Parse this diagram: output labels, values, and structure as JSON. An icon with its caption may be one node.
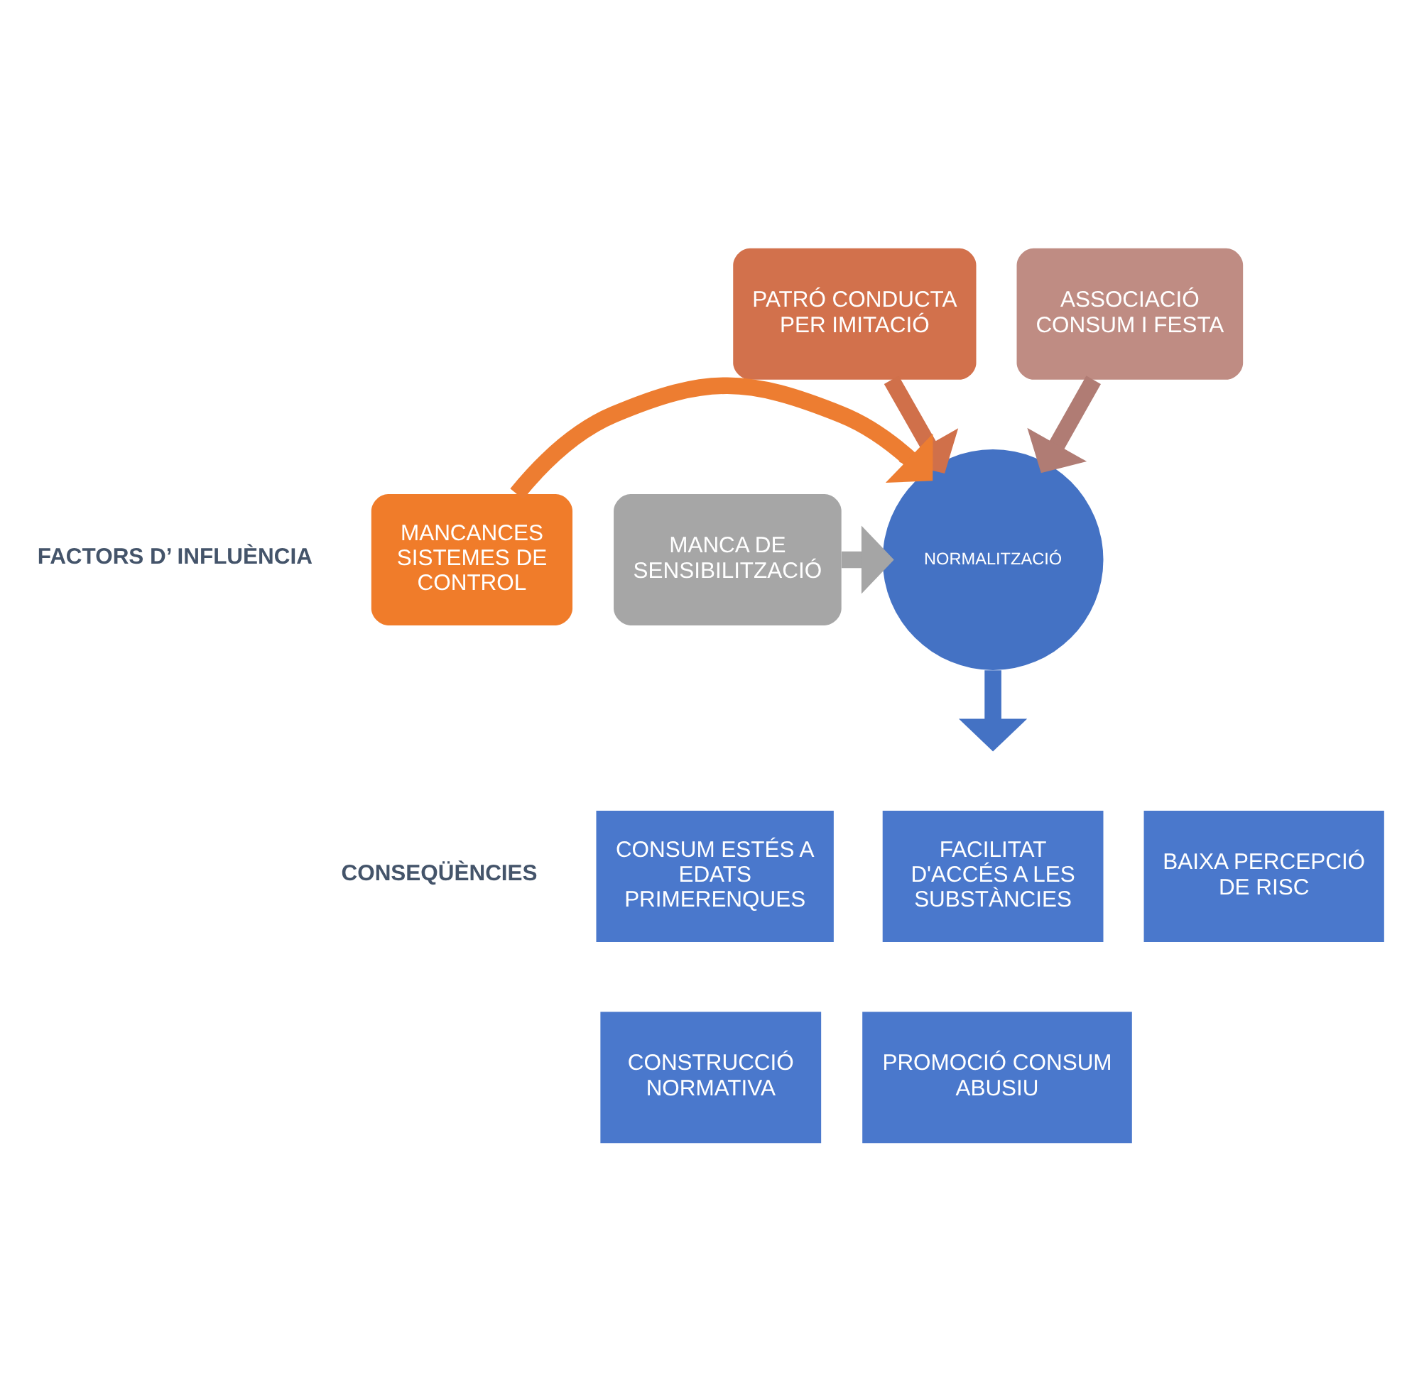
{
  "diagram": {
    "nodes": [
      {
        "text": [
          "PATRÓ CONDUCTA PER IMITACIÓ"
        ]
      },
      {
        "text": [
          "ASSOCIACIÓ CONSUM I FESTA"
        ]
      },
      {
        "text": [
          "MANCANCES SISTEMES DE CONTROL"
        ]
      },
      {
        "text": [
          "NORMALITZACIÓ"
        ]
      },
      {
        "text": [
          "MANCA DE SENSIBILITZACIÓ"
        ]
      },
      {
        "text": [
          "CONSUM ESTÉS A EDATS PRIMERENQUES"
        ]
      },
      {
        "text": [
          "FACILITAT D'ACCÉS A LES SUBSTÀNCIES"
        ]
      },
      {
        "text": [
          "BAIXA PERCEPCIÓ DE RISC"
        ]
      },
      {
        "text": [
          "CONSTRUCCIÓ NORMATIVA"
        ]
      },
      {
        "text": [
          "PROMOCIÓ CONSUM ABUSIU"
        ]
      }
    ],
    "edges": [
      {
        "from": 0,
        "to": 3,
        "arrow": "to",
        "color": "#d0704a"
      },
      {
        "from": 1,
        "to": 3,
        "arrow": "to",
        "color": "#b07c74"
      },
      {
        "from": 2,
        "to": 3,
        "arrow": "to",
        "color": "#ed7d31"
      },
      {
        "from": 4,
        "to": 3,
        "arrow": "to",
        "color": "#a5a5a5"
      },
      {
        "from": 3,
        "to": null,
        "arrow": "to",
        "color": "#4472c4"
      }
    ],
    "labels": [
      "FACTORS D’ INFLUÈNCIA",
      "CONSEQÜÈNCIES"
    ]
  }
}
